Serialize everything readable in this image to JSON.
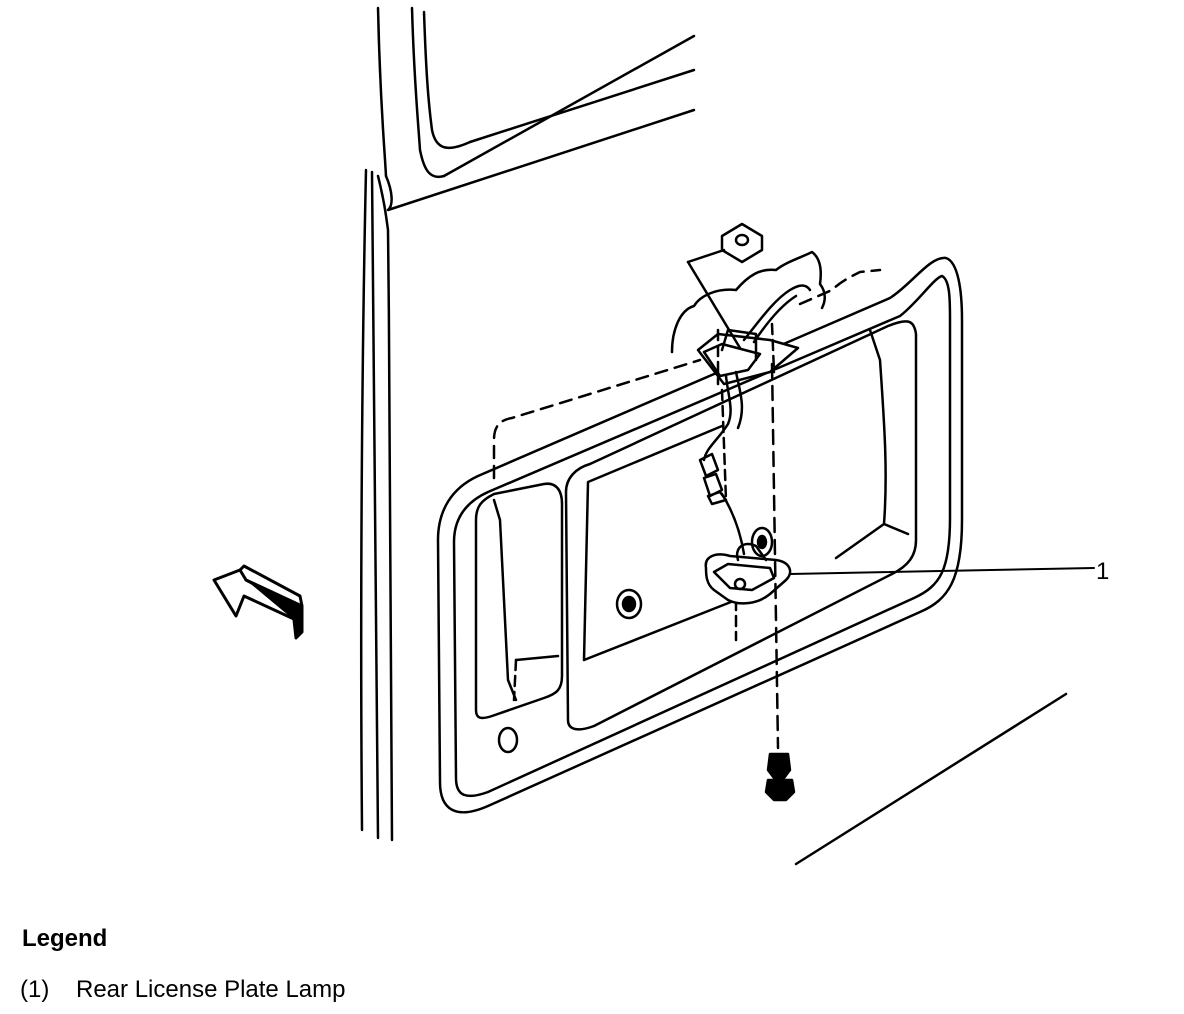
{
  "callout": {
    "number": "1"
  },
  "legend": {
    "title": "Legend",
    "items": [
      {
        "key": "(1)",
        "label": "Rear License Plate Lamp"
      }
    ]
  }
}
